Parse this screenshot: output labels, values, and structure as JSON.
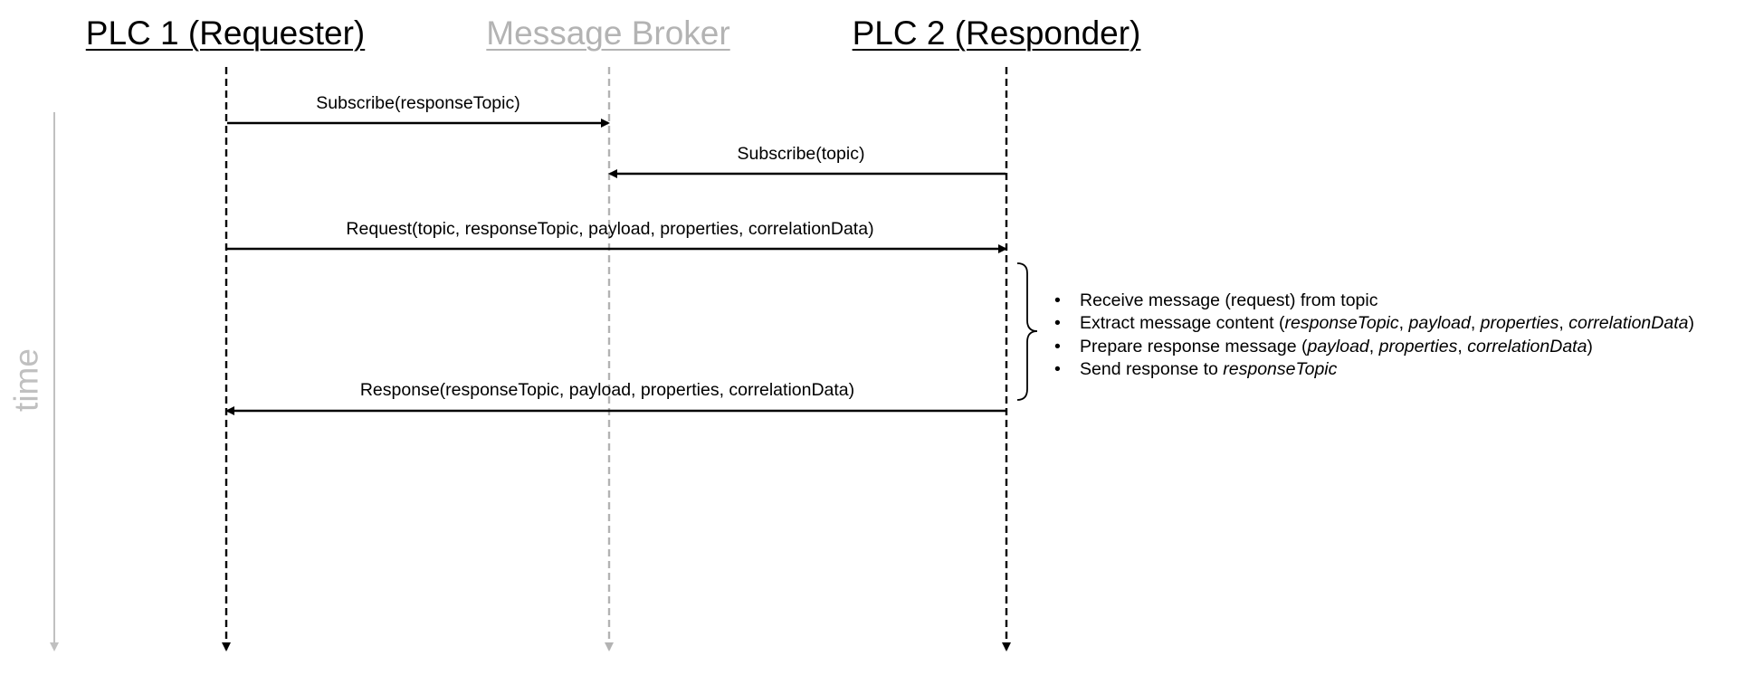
{
  "lanes": {
    "plc1": {
      "title": "PLC 1 (Requester)",
      "color": "#000000"
    },
    "broker": {
      "title": "Message Broker",
      "color": "#b3b3b3"
    },
    "plc2": {
      "title": "PLC 2 (Responder)",
      "color": "#000000"
    }
  },
  "time_axis": {
    "label": "time",
    "color": "#c0c0c0"
  },
  "messages": {
    "subscribe_response": {
      "label": "Subscribe(responseTopic)",
      "from": "PLC 1 (Requester)",
      "to": "Message Broker"
    },
    "subscribe_topic": {
      "label": "Subscribe(topic)",
      "from": "PLC 2 (Responder)",
      "to": "Message Broker"
    },
    "request": {
      "label": "Request(topic, responseTopic, payload, properties, correlationData)",
      "from": "PLC 1 (Requester)",
      "to": "PLC 2 (Responder)"
    },
    "response": {
      "label": "Response(responseTopic, payload, properties, correlationData)",
      "from": "PLC 2 (Responder)",
      "to": "PLC 1 (Requester)"
    }
  },
  "responder_steps": [
    {
      "segments": [
        {
          "text": "Receive message (request) from topic",
          "italic": false
        }
      ]
    },
    {
      "segments": [
        {
          "text": "Extract message content (",
          "italic": false
        },
        {
          "text": "responseTopic",
          "italic": true
        },
        {
          "text": ", ",
          "italic": false
        },
        {
          "text": "payload",
          "italic": true
        },
        {
          "text": ", ",
          "italic": false
        },
        {
          "text": "properties",
          "italic": true
        },
        {
          "text": ", ",
          "italic": false
        },
        {
          "text": "correlationData",
          "italic": true
        },
        {
          "text": ")",
          "italic": false
        }
      ]
    },
    {
      "segments": [
        {
          "text": "Prepare response message (",
          "italic": false
        },
        {
          "text": "payload",
          "italic": true
        },
        {
          "text": ", ",
          "italic": false
        },
        {
          "text": "properties",
          "italic": true
        },
        {
          "text": ", ",
          "italic": false
        },
        {
          "text": "correlationData",
          "italic": true
        },
        {
          "text": ")",
          "italic": false
        }
      ]
    },
    {
      "segments": [
        {
          "text": "Send response to ",
          "italic": false
        },
        {
          "text": "responseTopic",
          "italic": true
        }
      ]
    }
  ]
}
